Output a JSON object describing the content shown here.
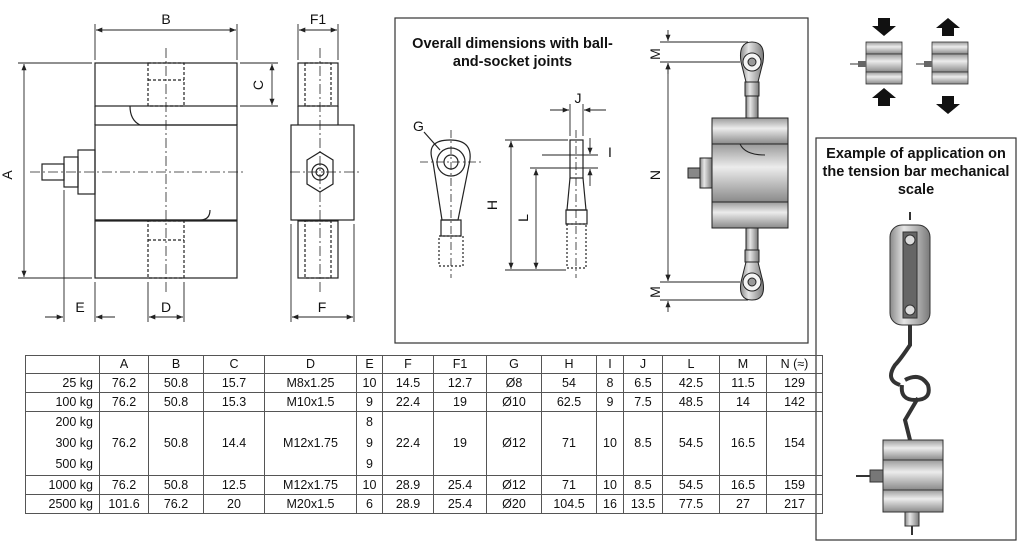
{
  "dimension_labels": {
    "A": "A",
    "B": "B",
    "C": "C",
    "D": "D",
    "E": "E",
    "F": "F",
    "F1": "F1",
    "G": "G",
    "H": "H",
    "I": "I",
    "J": "J",
    "L": "L",
    "M": "M",
    "N": "N"
  },
  "panels": {
    "ball_joints_title": "Overall dimensions with ball-and-socket joints",
    "application_title": "Example of application on the tension bar mechanical scale"
  },
  "table": {
    "headers": [
      "",
      "A",
      "B",
      "C",
      "D",
      "E",
      "F",
      "F1",
      "G",
      "H",
      "I",
      "J",
      "L",
      "M",
      "N (≈)"
    ],
    "rows": [
      {
        "capacities": [
          "25 kg"
        ],
        "A": "76.2",
        "B": "50.8",
        "C": "15.7",
        "D": "M8x1.25",
        "E": [
          "10"
        ],
        "F": "14.5",
        "F1": "12.7",
        "G": "Ø8",
        "H": "54",
        "I": "8",
        "J": "6.5",
        "L": "42.5",
        "M": "11.5",
        "N": "129"
      },
      {
        "capacities": [
          "100 kg"
        ],
        "A": "76.2",
        "B": "50.8",
        "C": "15.3",
        "D": "M10x1.5",
        "E": [
          "9"
        ],
        "F": "22.4",
        "F1": "19",
        "G": "Ø10",
        "H": "62.5",
        "I": "9",
        "J": "7.5",
        "L": "48.5",
        "M": "14",
        "N": "142"
      },
      {
        "capacities": [
          "200 kg",
          "300 kg",
          "500 kg"
        ],
        "A": "76.2",
        "B": "50.8",
        "C": "14.4",
        "D": "M12x1.75",
        "E": [
          "8",
          "9",
          "9"
        ],
        "F": "22.4",
        "F1": "19",
        "G": "Ø12",
        "H": "71",
        "I": "10",
        "J": "8.5",
        "L": "54.5",
        "M": "16.5",
        "N": "154"
      },
      {
        "capacities": [
          "1000 kg"
        ],
        "A": "76.2",
        "B": "50.8",
        "C": "12.5",
        "D": "M12x1.75",
        "E": [
          "10"
        ],
        "F": "28.9",
        "F1": "25.4",
        "G": "Ø12",
        "H": "71",
        "I": "10",
        "J": "8.5",
        "L": "54.5",
        "M": "16.5",
        "N": "159"
      },
      {
        "capacities": [
          "2500 kg"
        ],
        "A": "101.6",
        "B": "76.2",
        "C": "20",
        "D": "M20x1.5",
        "E": [
          "6"
        ],
        "F": "28.9",
        "F1": "25.4",
        "G": "Ø20",
        "H": "104.5",
        "I": "16",
        "J": "13.5",
        "L": "77.5",
        "M": "27",
        "N": "217"
      }
    ]
  }
}
